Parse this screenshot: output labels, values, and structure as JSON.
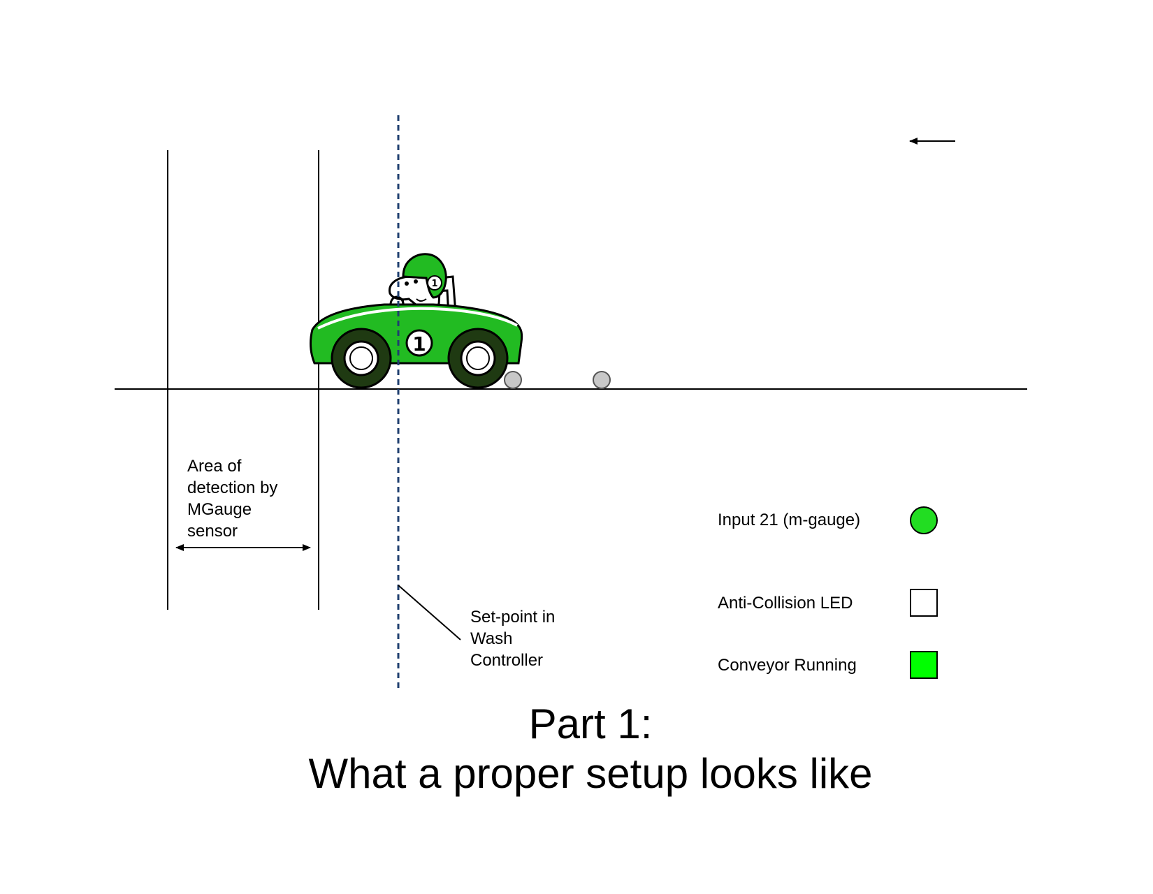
{
  "labels": {
    "detection_area": "Area of\ndetection by\nMGauge\nsensor",
    "setpoint": "Set-point in\nWash\nController"
  },
  "legend": {
    "input21": "Input 21 (m-gauge)",
    "anti_collision": "Anti-Collision LED",
    "conveyor": "Conveyor Running"
  },
  "indicator_states": {
    "input21": "on",
    "anti_collision_led": "off",
    "conveyor_running": "on"
  },
  "title": {
    "line1": "Part 1:",
    "line2": "What a proper setup looks like"
  },
  "car": {
    "number": "1",
    "helmet_number": "1"
  },
  "colors": {
    "car_body": "#22bb22",
    "indicator_on": "#22dd22",
    "conveyor_on": "#00ff00",
    "setpoint_line": "#1f3f6f",
    "roller": "#c8c8c8"
  }
}
